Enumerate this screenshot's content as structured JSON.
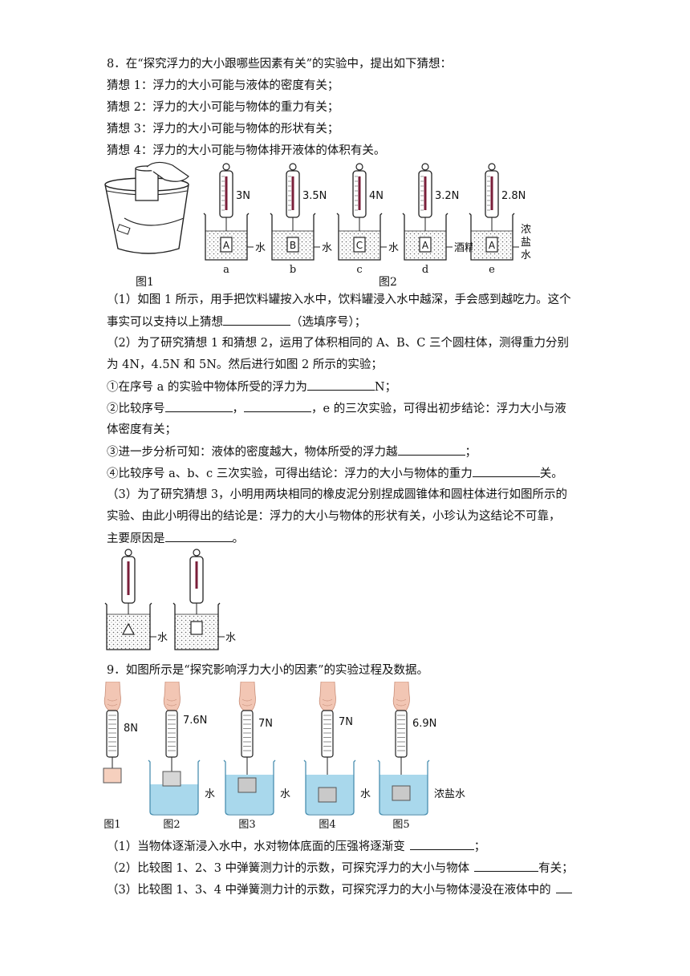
{
  "q8": {
    "intro": "8．在“探究浮力的大小跟哪些因素有关”的实验中，提出如下猜想：",
    "guesses": [
      "猜想 1：浮力的大小可能与液体的密度有关；",
      "猜想 2：浮力的大小可能与物体的重力有关；",
      "猜想 3：浮力的大小可能与物体的形状有关；",
      "猜想 4：浮力的大小可能与物体排开液体的体积有关。"
    ],
    "fig1_label": "图1",
    "fig2_label": "图2",
    "fig2_items": [
      {
        "letter": "a",
        "block": "A",
        "reading": "3N",
        "liquid": "水"
      },
      {
        "letter": "b",
        "block": "B",
        "reading": "3.5N",
        "liquid": "水"
      },
      {
        "letter": "c",
        "block": "C",
        "reading": "4N",
        "liquid": "水"
      },
      {
        "letter": "d",
        "block": "A",
        "reading": "3.2N",
        "liquid": "酒精"
      },
      {
        "letter": "e",
        "block": "A",
        "reading": "2.8N",
        "liquid": "浓盐水"
      }
    ],
    "p1": "（1）如图 1 所示，用手把饮料罐按入水中，饮料罐浸入水中越深，手会感到越吃力。这个",
    "p1b_pre": "事实可以支持以上猜想",
    "p1b_post": "（选填序号）；",
    "p2": "（2）为了研究猜想 1 和猜想 2，运用了体积相同的 A、B、C 三个圆柱体，测得重力分别",
    "p2b": "为 4N，4.5N 和 5N。然后进行如图 2 所示的实验；",
    "s1_pre": "①在序号 a 的实验中物体所受的浮力为",
    "s1_post": "N；",
    "s2_pre": "②比较序号",
    "s2_mid": "，",
    "s2_post": "，e 的三次实验，可得出初步结论：浮力大小与液",
    "s2b": "体密度有关；",
    "s3_pre": "③进一步分析可知：液体的密度越大，物体所受的浮力越",
    "s3_post": "；",
    "s4_pre": "④比较序号 a、b、c 三次实验，可得出结论：浮力的大小与物体的重力",
    "s4_post": "关。",
    "p3": "（3）为了研究猜想 3，小明用两块相同的橡皮泥分别捏成圆锥体和圆柱体进行如图所示的",
    "p3b": "实验、由此小明得出的结论是：浮力的大小与物体的形状有关，小珍认为这结论不可靠，",
    "p3c_pre": "主要原因是",
    "p3c_post": "。",
    "fig3_liquid": "水"
  },
  "q9": {
    "intro": "9．如图所示是“探究影响浮力大小的因素”的实验过程及数据。",
    "figs": [
      {
        "label": "图1",
        "reading": "8N",
        "liquid": ""
      },
      {
        "label": "图2",
        "reading": "7.6N",
        "liquid": "水"
      },
      {
        "label": "图3",
        "reading": "7N",
        "liquid": "水"
      },
      {
        "label": "图4",
        "reading": "7N",
        "liquid": "水"
      },
      {
        "label": "图5",
        "reading": "6.9N",
        "liquid": "浓盐水"
      }
    ],
    "p1_pre": "（1）当物体逐渐浸入水中，水对物体底面的压强将逐渐变",
    "p1_post": "；",
    "p2_pre": "（2）比较图 1、2、3 中弹簧测力计的示数，可探究浮力的大小与物体",
    "p2_post": "有关；",
    "p3_pre": "（3）比较图 1、3、4 中弹簧测力计的示数，可探究浮力的大小与物体浸没在液体中的"
  }
}
